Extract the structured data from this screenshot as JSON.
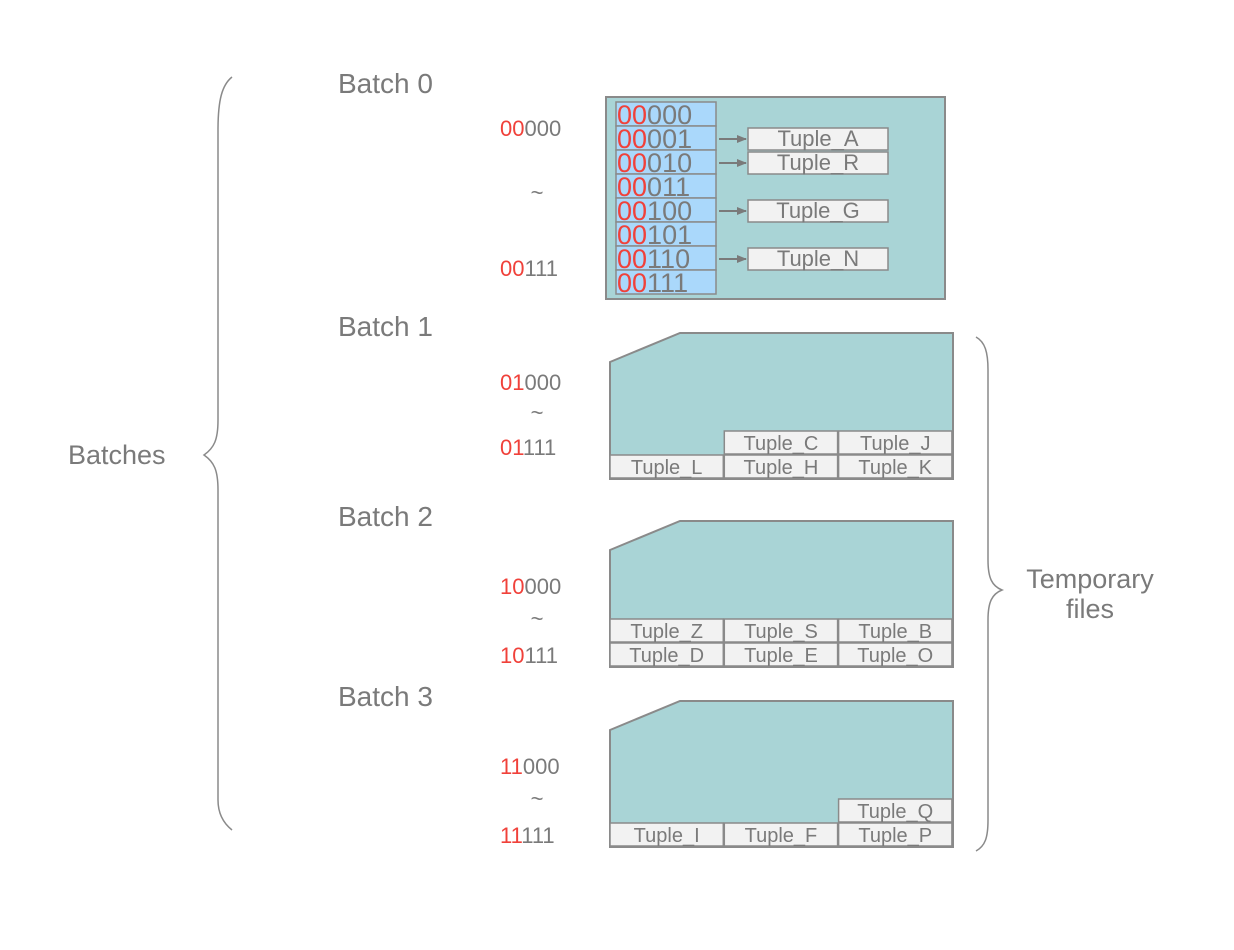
{
  "labels": {
    "batches": "Batches",
    "temporary_files": [
      "Temporary",
      "files"
    ],
    "tilde": "~"
  },
  "colors": {
    "text_gray": "#7a7a7a",
    "prefix_red": "#f0413a",
    "file_fill": "#a9d4d6",
    "hash_cell_fill": "#aad8fb",
    "tuple_fill": "#f2f2f2",
    "border_gray": "#8a8a8a"
  },
  "batches": [
    {
      "title": "Batch 0",
      "range_start": {
        "prefix": "00",
        "suffix": "000"
      },
      "range_end": {
        "prefix": "00",
        "suffix": "111"
      },
      "in_memory": true,
      "hash_slots": [
        {
          "prefix": "00",
          "suffix": "000",
          "tuple": null
        },
        {
          "prefix": "00",
          "suffix": "001",
          "tuple": "Tuple_A"
        },
        {
          "prefix": "00",
          "suffix": "010",
          "tuple": "Tuple_R"
        },
        {
          "prefix": "00",
          "suffix": "011",
          "tuple": null
        },
        {
          "prefix": "00",
          "suffix": "100",
          "tuple": "Tuple_G"
        },
        {
          "prefix": "00",
          "suffix": "101",
          "tuple": null
        },
        {
          "prefix": "00",
          "suffix": "110",
          "tuple": "Tuple_N"
        },
        {
          "prefix": "00",
          "suffix": "111",
          "tuple": null
        }
      ]
    },
    {
      "title": "Batch 1",
      "range_start": {
        "prefix": "01",
        "suffix": "000"
      },
      "range_end": {
        "prefix": "01",
        "suffix": "111"
      },
      "in_memory": false,
      "tuple_rows": [
        [
          null,
          "Tuple_C",
          "Tuple_J"
        ],
        [
          "Tuple_L",
          "Tuple_H",
          "Tuple_K"
        ]
      ]
    },
    {
      "title": "Batch 2",
      "range_start": {
        "prefix": "10",
        "suffix": "000"
      },
      "range_end": {
        "prefix": "10",
        "suffix": "111"
      },
      "in_memory": false,
      "tuple_rows": [
        [
          "Tuple_Z",
          "Tuple_S",
          "Tuple_B"
        ],
        [
          "Tuple_D",
          "Tuple_E",
          "Tuple_O"
        ]
      ]
    },
    {
      "title": "Batch 3",
      "range_start": {
        "prefix": "11",
        "suffix": "000"
      },
      "range_end": {
        "prefix": "11",
        "suffix": "111"
      },
      "in_memory": false,
      "tuple_rows": [
        [
          null,
          null,
          "Tuple_Q"
        ],
        [
          "Tuple_I",
          "Tuple_F",
          "Tuple_P"
        ]
      ]
    }
  ]
}
